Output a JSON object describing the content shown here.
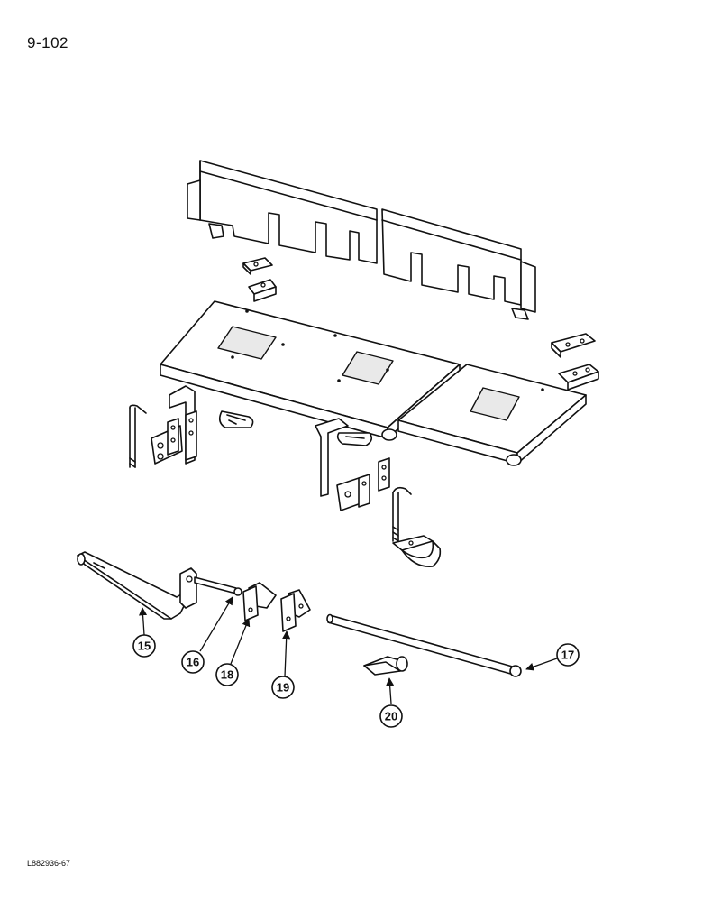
{
  "page": {
    "number": "9-102",
    "code": "L882936-67"
  },
  "callouts": [
    {
      "id": "c15",
      "label": "15"
    },
    {
      "id": "c16",
      "label": "16"
    },
    {
      "id": "c18",
      "label": "18"
    },
    {
      "id": "c19",
      "label": "19"
    },
    {
      "id": "c17",
      "label": "17"
    },
    {
      "id": "c20",
      "label": "20"
    }
  ]
}
